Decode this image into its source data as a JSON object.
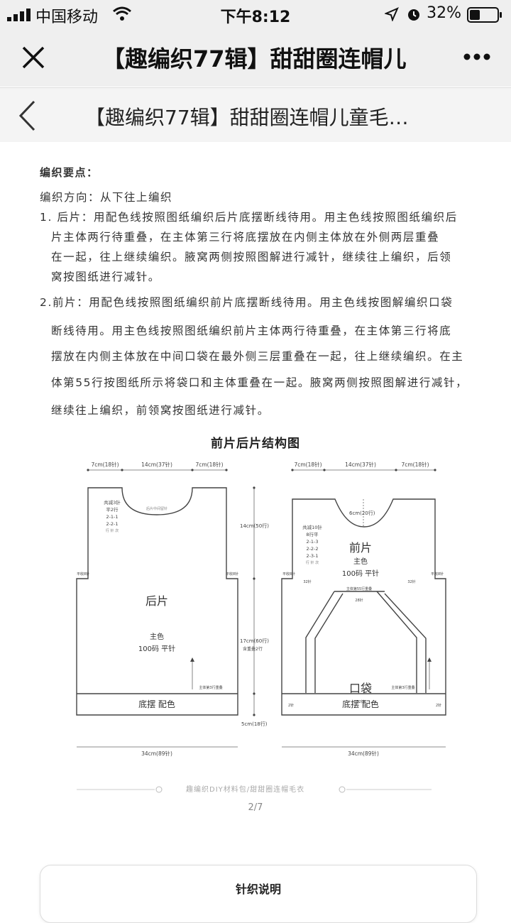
{
  "status": {
    "carrier": "中国移动",
    "time": "下午8:12",
    "battery": "32%"
  },
  "header": {
    "title": "【趣编织77辑】甜甜圈连帽儿",
    "subtitle": "【趣编织77辑】甜甜圈连帽儿童毛…"
  },
  "article": {
    "heading": "编织要点：",
    "direction": "编织方向：从下往上编织",
    "back_lines": [
      "1. 后片：用配色线按照图纸编织后片底摆断线待用。用主色线按照图纸编织后",
      "片主体两行待重叠，在主体第三行将底摆放在内侧主体放在外侧两层重叠",
      "在一起，往上继续编织。腋窝两侧按照图解进行减针，继续往上编织，后领",
      "窝按图纸进行减针。"
    ],
    "front_lines": [
      "2.前片：用配色线按照图纸编织前片底摆断线待用。用主色线按图解编织口袋",
      "断线待用。用主色线按照图纸编织前片主体两行待重叠，在主体第三行将底",
      "摆放在内侧主体放在中间口袋在最外侧三层重叠在一起，往上继续编织。在主",
      "体第55行按图纸所示将袋口和主体重叠在一起。腋窝两侧按照图解进行减针，",
      "继续往上编织，前领窝按图纸进行减针。"
    ]
  },
  "diagram": {
    "title": "前片后片结构图",
    "top_dim_side": "7cm(18针)",
    "top_dim_mid": "14cm(37针)",
    "back_label": "后片",
    "back_color": "主色",
    "back_gauge": "100码  平针",
    "back_neck_note": "后片中间留针",
    "back_decrease": [
      "共减3针",
      "平2行",
      "2-1-1",
      "2-2-1",
      "行 针 次"
    ],
    "front_label": "前片",
    "front_color": "主色",
    "front_gauge": "100码  平针",
    "front_neck": "6cm(20行)",
    "front_decrease": [
      "共减10针",
      "8行平",
      "2-1-3",
      "2-2-2",
      "2-3-1",
      "行 针 次"
    ],
    "flat": "平收8针",
    "height_upper": "14cm(50行)",
    "height_body": "17cm(60行)",
    "height_body_note": "含重叠2行",
    "height_hem": "5cm(18行)",
    "overlap_note": "主体第3行重叠",
    "pocket_overlap": "主体第55行重叠",
    "pocket_label": "口袋",
    "hem_label": "底摆  配色",
    "width_bottom": "34cm(89针)",
    "small_32": "32针",
    "small_28": "28针",
    "small_2": "2针",
    "small_52": "52针"
  },
  "footer": {
    "caption": "趣编织DIY材料包/甜甜圈连帽毛衣",
    "page": "2/7",
    "card_title": "针织说明"
  }
}
